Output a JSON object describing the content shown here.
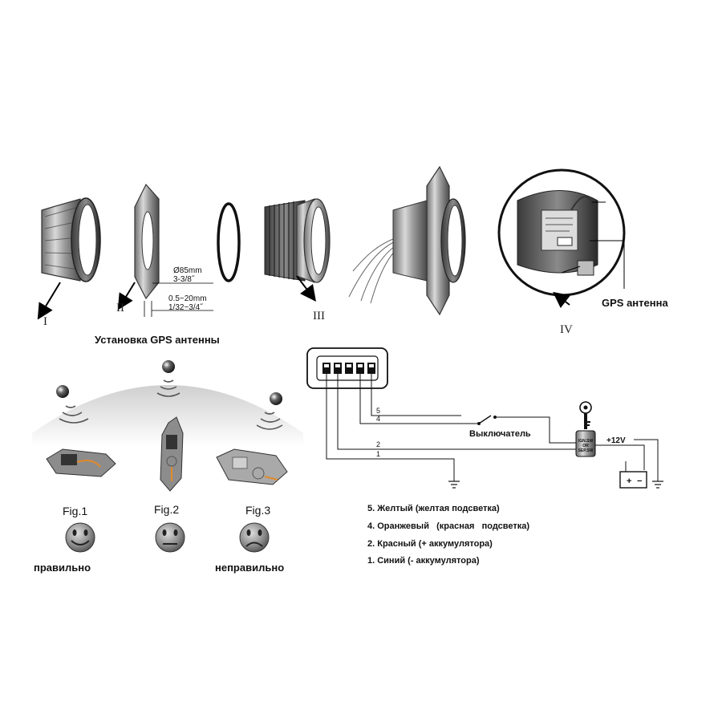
{
  "parts": {
    "labels": [
      "I",
      "II",
      "III",
      "IV"
    ],
    "dim_diameter_mm": "Ø85mm",
    "dim_diameter_in": "3-3/8˝",
    "dim_thickness_mm": "0.5~20mm",
    "dim_thickness_in": "1/32~3/4˝",
    "gps_antenna_label": "GPS антенна"
  },
  "install": {
    "title": "Установка GPS антенны",
    "figures": [
      {
        "label": "Fig.1",
        "mood": "happy"
      },
      {
        "label": "Fig.2",
        "mood": "neutral"
      },
      {
        "label": "Fig.3",
        "mood": "sad"
      }
    ],
    "correct_label": "правильно",
    "incorrect_label": "неправильно"
  },
  "wiring": {
    "pin_numbers": [
      "5",
      "4",
      "2",
      "1"
    ],
    "switch_label": "Выключатель",
    "ignition_text": [
      "IGN.SW",
      "OR",
      "SEP.SW"
    ],
    "voltage_label": "+12V",
    "battery_plus": "+",
    "battery_minus": "−",
    "legend": [
      "5. Желтый (желтая подсветка)",
      "4. Оранжевый   (красная   подсветка)",
      "2. Красный (+ аккумулятора)",
      "1. Синий (- аккумулятора)"
    ]
  }
}
